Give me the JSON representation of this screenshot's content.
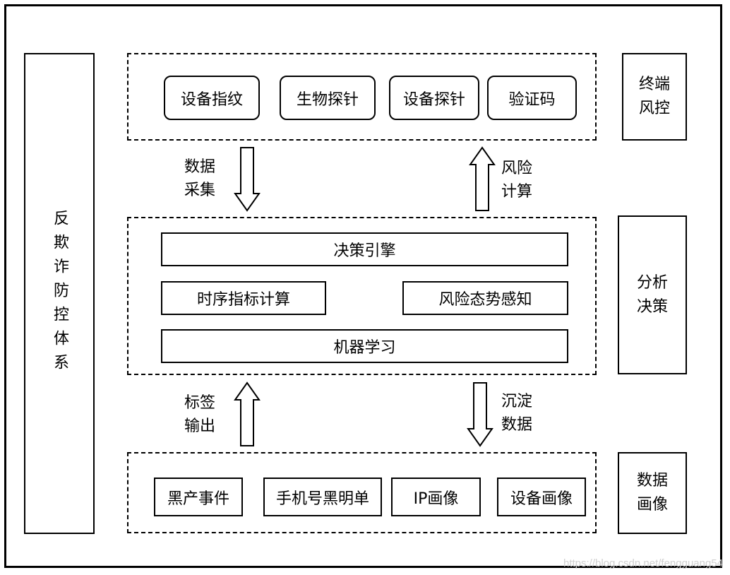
{
  "system_label": "反欺诈防控体系",
  "layers": {
    "terminal": {
      "label": "终端\n风控",
      "items": [
        "设备指纹",
        "生物探针",
        "设备探针",
        "验证码"
      ]
    },
    "analysis": {
      "label": "分析\n决策",
      "decision_engine": "决策引擎",
      "timeseries": "时序指标计算",
      "risk_awareness": "风险态势感知",
      "ml": "机器学习"
    },
    "data": {
      "label": "数据\n画像",
      "items": [
        "黑产事件",
        "手机号黑明单",
        "IP画像",
        "设备画像"
      ]
    }
  },
  "flows": {
    "data_collection": "数据\n采集",
    "risk_calc": "风险\n计算",
    "label_output": "标签\n输出",
    "data_settle": "沉淀\n数据"
  },
  "watermark": "https://blog.csdn.net/fengguang54"
}
